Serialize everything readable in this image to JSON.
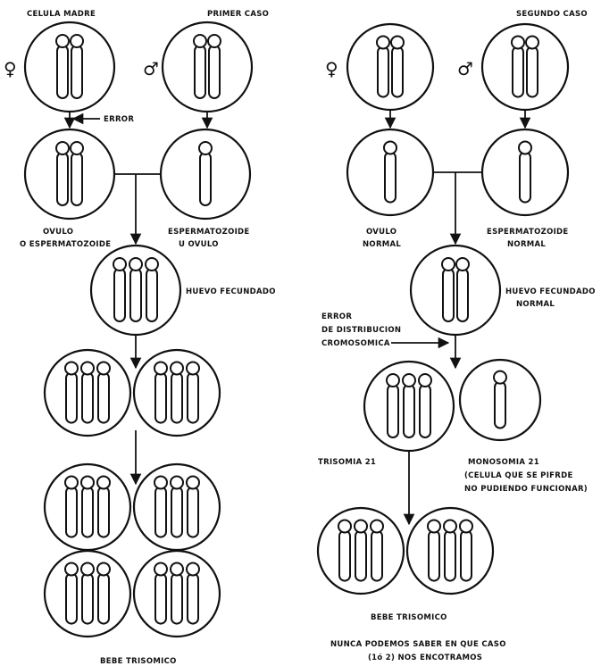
{
  "left_panel": {
    "mother_cell_label": "CELULA MADRE",
    "case_label": "PRIMER CASO",
    "female_symbol": "♀",
    "male_symbol": "♂",
    "error_label": "ERROR",
    "gamete_left_label": [
      "OVULO",
      "O ESPERMATOZOIDE"
    ],
    "gamete_right_label": [
      "ESPERMATOZOIDE",
      "U OVULO"
    ],
    "zygote_label": "HUEVO FECUNDADO",
    "result_label": "BEBE TRISOMICO"
  },
  "right_panel": {
    "case_label": "SEGUNDO CASO",
    "female_symbol": "♀",
    "male_symbol": "♂",
    "gamete_left_label": [
      "OVULO",
      "NORMAL"
    ],
    "gamete_right_label": [
      "ESPERMATOZOIDE",
      "NORMAL"
    ],
    "zygote_label": [
      "HUEVO FECUNDADO",
      "NORMAL"
    ],
    "error_label": [
      "ERROR",
      "DE DISTRIBUCION",
      "CROMOSOMICA"
    ],
    "trisomy_label": "TRISOMIA 21",
    "monosomy_label": [
      "MONOSOMIA 21",
      "(CELULA QUE SE PIFRDE",
      "NO PUDIENDO FUNCIONAR)"
    ],
    "result_label": "BEBE TRISOMICO",
    "conclusion_label": [
      "NUNCA PODEMOS SABER EN QUE CASO",
      "(1ó 2) NOS ENCOTRAMOS"
    ]
  }
}
